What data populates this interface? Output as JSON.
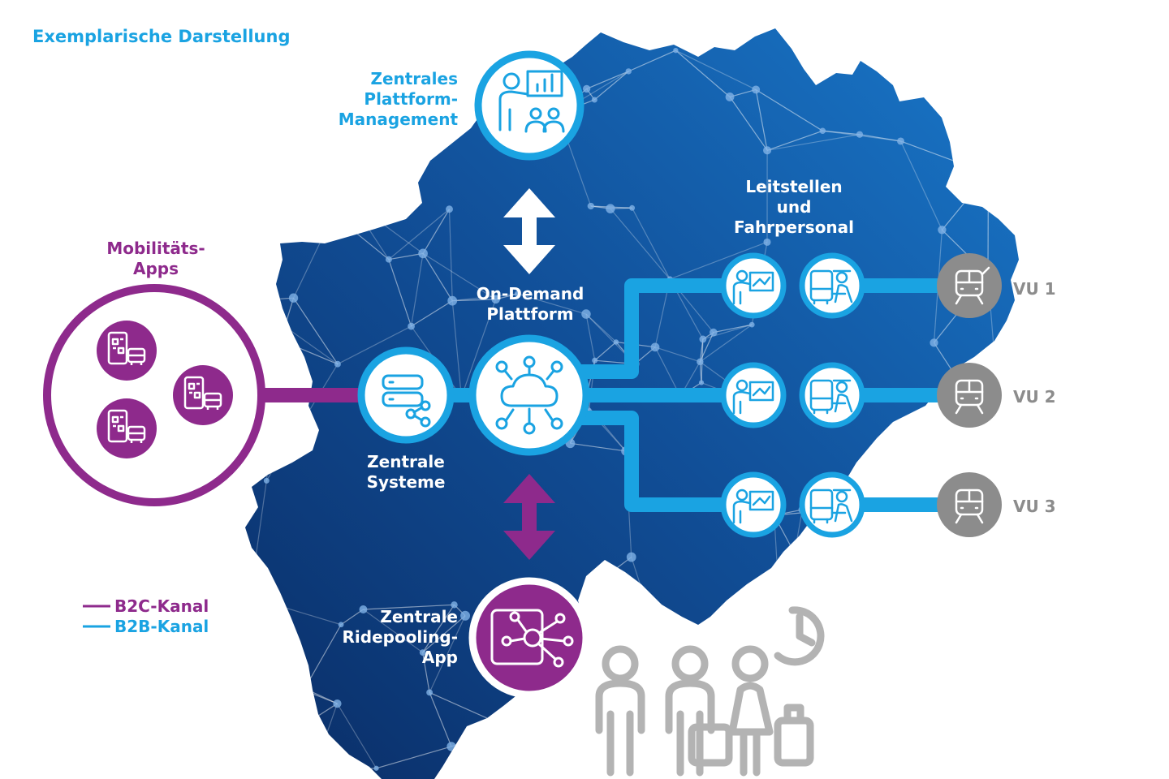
{
  "title": "Exemplarische Darstellung",
  "colors": {
    "map_dark": "#0a2d66",
    "map_light": "#1977c9",
    "b2b": "#1aa3e2",
    "b2c": "#8e2a8c",
    "vu_grey": "#8c8c8c",
    "passengers": "#b3b3b3"
  },
  "nodes": {
    "management": {
      "lines": [
        "Zentrales",
        "Plattform-",
        "Management"
      ],
      "icon": "presentation-team-icon"
    },
    "platform": {
      "lines": [
        "On-Demand",
        "Plattform"
      ],
      "icon": "cloud-network-icon"
    },
    "systems": {
      "lines": [
        "Zentrale",
        "Systeme"
      ],
      "icon": "server-share-icon"
    },
    "ridepooling": {
      "lines": [
        "Zentrale",
        "Ridepooling-",
        "App"
      ],
      "icon": "tablet-network-icon"
    },
    "apps": {
      "lines": [
        "Mobilitäts-",
        "Apps"
      ],
      "icon": "phone-bus-icon"
    },
    "control": {
      "lines": [
        "Leitstellen",
        "und",
        "Fahrpersonal"
      ],
      "icons": [
        "dispatcher-icon",
        "bus-driver-icon"
      ]
    }
  },
  "operators": [
    {
      "label": "VU 1",
      "icon": "tram-icon"
    },
    {
      "label": "VU 2",
      "icon": "train-icon"
    },
    {
      "label": "VU 3",
      "icon": "train-icon"
    }
  ],
  "legend": [
    {
      "label": "B2C-Kanal",
      "color": "#8e2a8c"
    },
    {
      "label": "B2B-Kanal",
      "color": "#1aa3e2"
    }
  ],
  "passengers_icon": "passengers-waiting-icon"
}
